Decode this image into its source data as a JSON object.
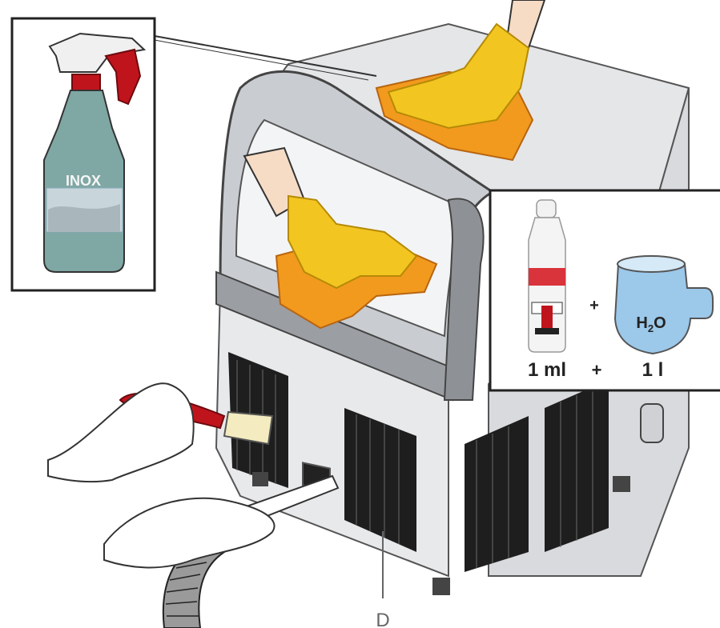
{
  "inset_spray": {
    "bottle_label": "INOX"
  },
  "inset_dilution": {
    "plus_top": "+",
    "water_label_main": "H",
    "water_label_sub": "2",
    "water_label_end": "O",
    "detergent_amount": "1 ml",
    "plus_bottom": "+",
    "water_amount": "1 l"
  },
  "callout_d": {
    "label": "D"
  },
  "colors": {
    "glove_yellow": "#f2c521",
    "cloth_orange": "#f29a1e",
    "steel_light": "#e4e6e8",
    "steel_mid": "#c9ccd0",
    "grille_dark": "#1e1e1e",
    "brush_red": "#c0141c",
    "water_blue": "#9cc8ea",
    "spray_teal": "#7fa7a4"
  }
}
